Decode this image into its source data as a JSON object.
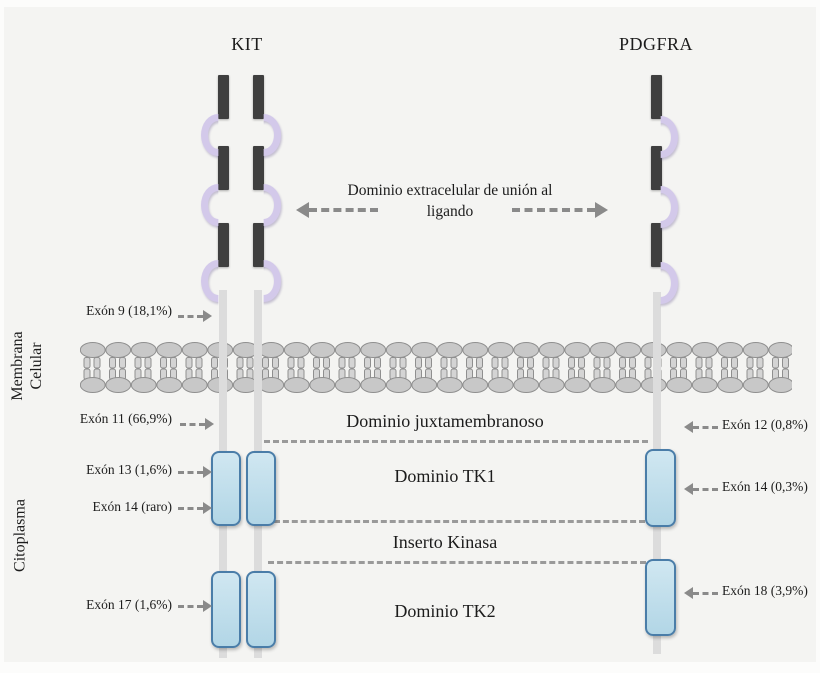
{
  "diagram": {
    "kit_title": "KIT",
    "pdgfra_title": "PDGFRA",
    "regions": {
      "membrane_label": "Membrana Celular",
      "cytoplasm_label": "Citoplasma"
    },
    "domains": {
      "extracellular": "Dominio extracelular de unión al ligando",
      "juxtamembrane": "Dominio juxtamembranoso",
      "tk1": "Dominio TK1",
      "kinase_insert": "Inserto Kinasa",
      "tk2": "Dominio TK2"
    },
    "kit_exons": [
      {
        "label": "Exón 9 (18,1%)"
      },
      {
        "label": "Exón 11 (66,9%)"
      },
      {
        "label": "Exón 13 (1,6%)"
      },
      {
        "label": "Exón 14 (raro)"
      },
      {
        "label": "Exón 17 (1,6%)"
      }
    ],
    "pdgfra_exons": [
      {
        "label": "Exón 12 (0,8%)"
      },
      {
        "label": "Exón 14 (0,3%)"
      },
      {
        "label": "Exón 18 (3,9%)"
      }
    ],
    "colors": {
      "background": "#f4f4f2",
      "ig_domain_purple": "#d3c9ea",
      "receptor_bar_dark": "#3f3f3f",
      "strand_gray": "#dcdcdc",
      "tk_box_fill": "#bedded",
      "tk_box_border": "#4a7da8",
      "membrane_gray": "#c8c8c8",
      "arrow_gray": "#8a8a8a"
    }
  }
}
